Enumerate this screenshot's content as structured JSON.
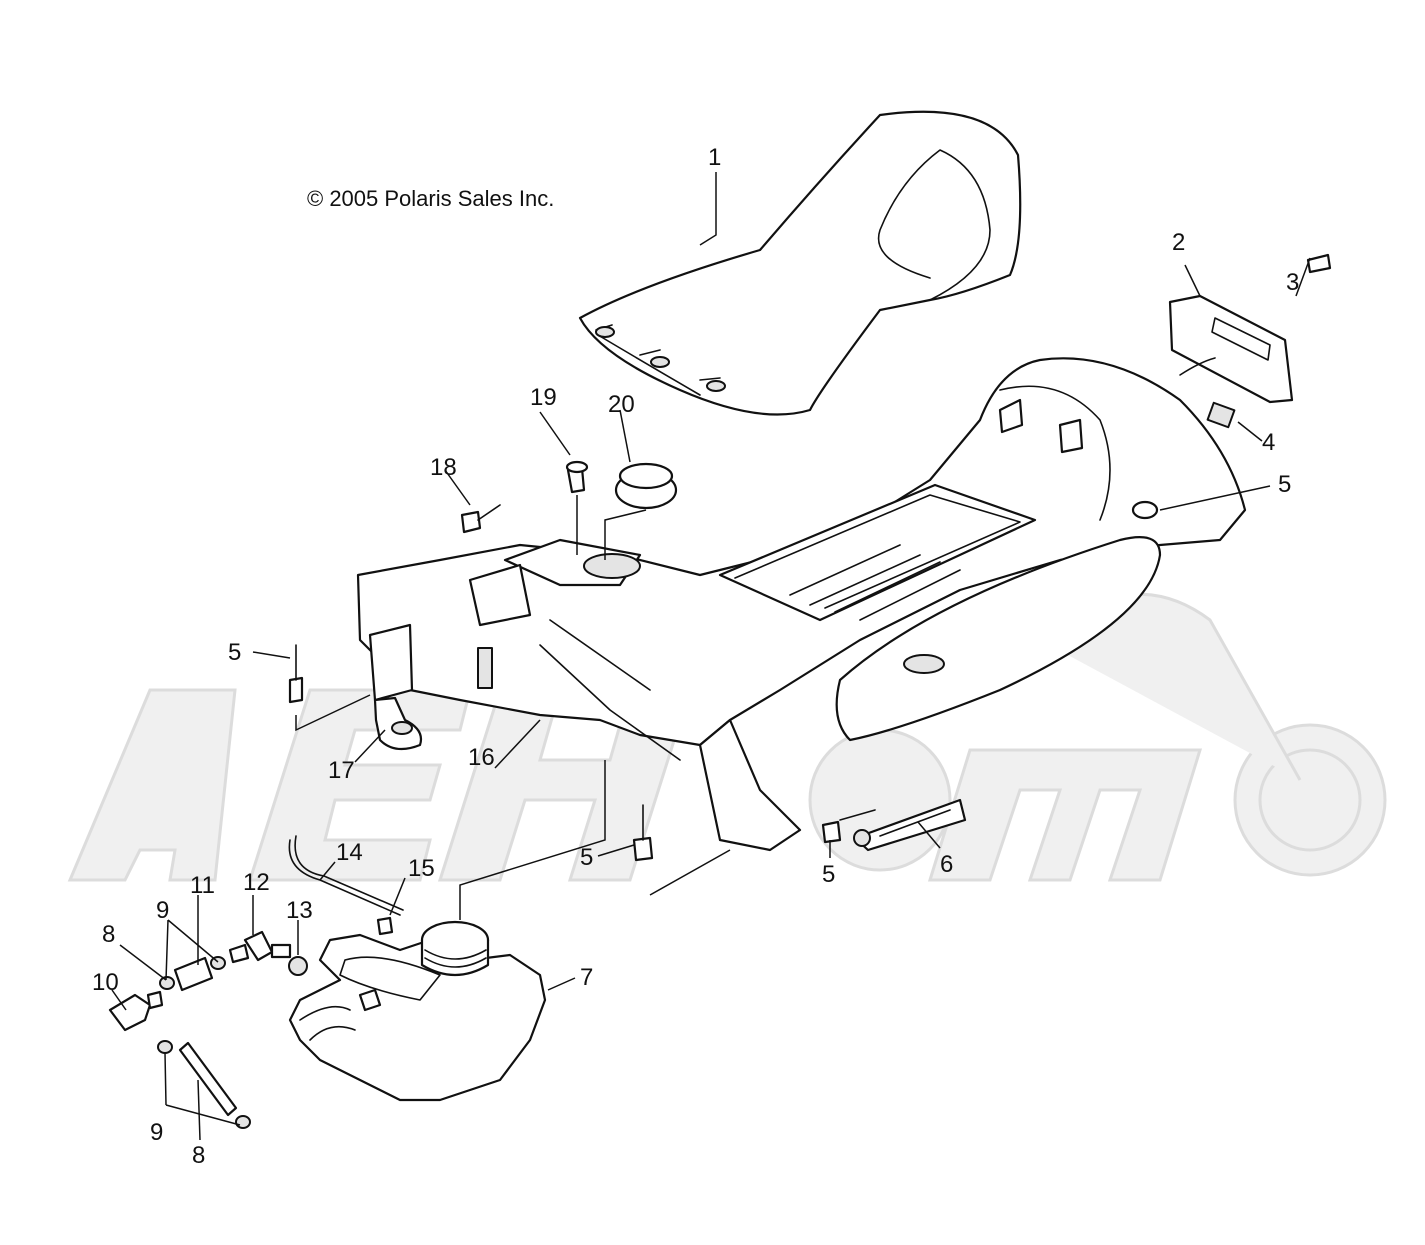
{
  "copyright": "© 2005 Polaris Sales Inc.",
  "callouts": [
    {
      "id": "c1",
      "label": "1"
    },
    {
      "id": "c2",
      "label": "2"
    },
    {
      "id": "c3",
      "label": "3"
    },
    {
      "id": "c4",
      "label": "4"
    },
    {
      "id": "c5a",
      "label": "5"
    },
    {
      "id": "c5b",
      "label": "5"
    },
    {
      "id": "c5c",
      "label": "5"
    },
    {
      "id": "c5d",
      "label": "5"
    },
    {
      "id": "c6",
      "label": "6"
    },
    {
      "id": "c7",
      "label": "7"
    },
    {
      "id": "c8a",
      "label": "8"
    },
    {
      "id": "c8b",
      "label": "8"
    },
    {
      "id": "c9a",
      "label": "9"
    },
    {
      "id": "c9b",
      "label": "9"
    },
    {
      "id": "c10",
      "label": "10"
    },
    {
      "id": "c11",
      "label": "11"
    },
    {
      "id": "c12",
      "label": "12"
    },
    {
      "id": "c13",
      "label": "13"
    },
    {
      "id": "c14",
      "label": "14"
    },
    {
      "id": "c15",
      "label": "15"
    },
    {
      "id": "c16",
      "label": "16"
    },
    {
      "id": "c17",
      "label": "17"
    },
    {
      "id": "c18",
      "label": "18"
    },
    {
      "id": "c19",
      "label": "19"
    },
    {
      "id": "c20",
      "label": "20"
    }
  ]
}
